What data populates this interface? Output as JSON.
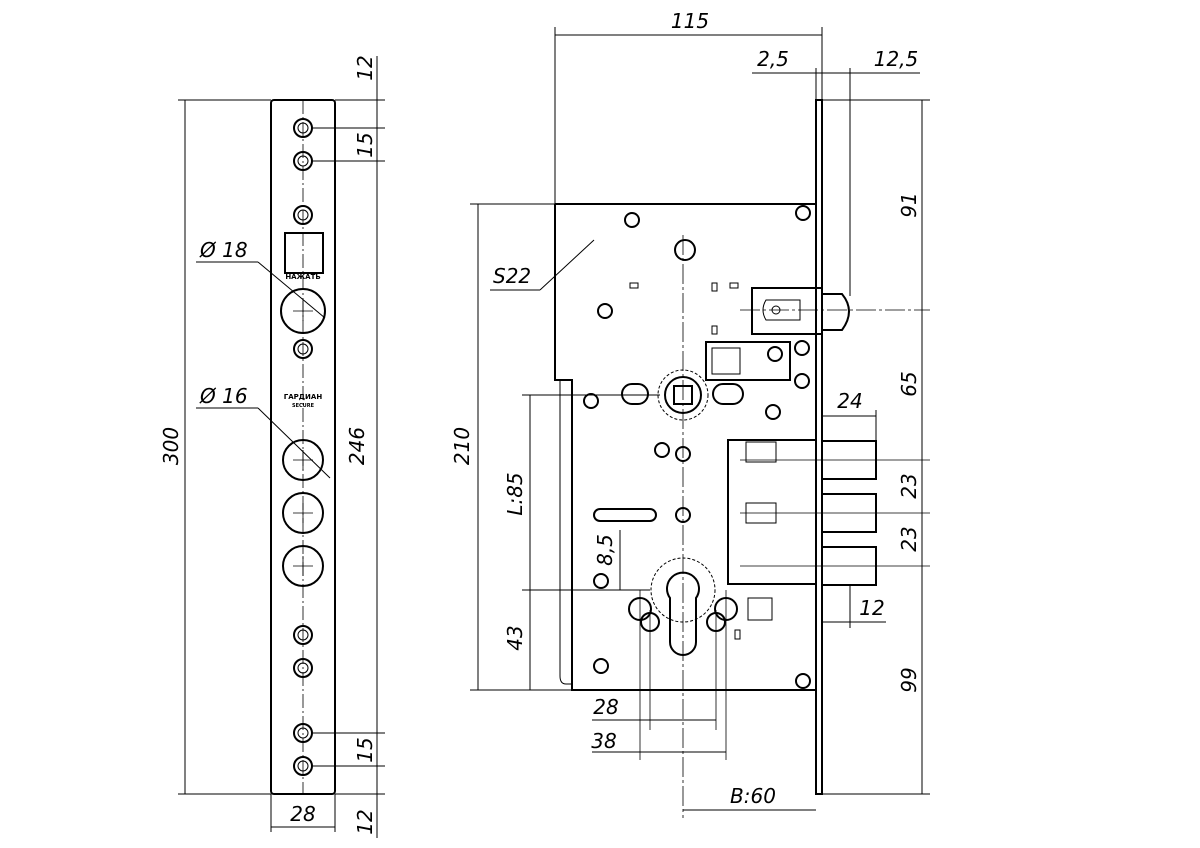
{
  "faceplate": {
    "dims": {
      "top_margin": "12",
      "screw_spacing_top": "15",
      "total_height": "300",
      "hole_span": "246",
      "width": "28",
      "screw_spacing_bottom": "15",
      "bottom_margin": "12"
    },
    "callouts": {
      "dia_18": "Ø 18",
      "dia_16": "Ø 16"
    },
    "labels": {
      "push_button": "НАЖАТЬ",
      "brand_top": "ГАРДИАН",
      "brand_bottom": "SECURE"
    }
  },
  "lock_body": {
    "dims": {
      "overall_width": "115",
      "plate_thickness": "2,5",
      "latch_projection": "12,5",
      "body_height": "210",
      "backset_label": "L:85",
      "cylinder_offset": "43",
      "pin_distance_28": "28",
      "pin_distance_38": "38",
      "backset": "B:60",
      "spindle_offset_top": "91",
      "spindle_to_cylinder": "65",
      "bolt_pitch_1": "23",
      "bolt_pitch_2": "23",
      "cylinder_to_bottom": "99",
      "bolt_throw": "24",
      "bolt_width": "12",
      "screw_offset": "8,5",
      "spindle_square": "S22"
    }
  }
}
